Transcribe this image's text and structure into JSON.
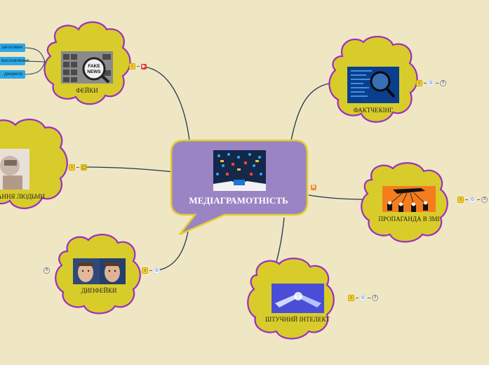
{
  "central": {
    "label": "МЕДІАГРАМОТНІСТЬ",
    "icon": "media-collage-image"
  },
  "branches": [
    {
      "id": "fakes",
      "label": "ФЕЙКИ",
      "image": "fake-news-magnifier-image"
    },
    {
      "id": "factcheck",
      "label": "ФАКТЧЕКІНГ",
      "image": "magnifier-data-image"
    },
    {
      "id": "people",
      "label": "АННЯ ЛЮДЬМИ",
      "image": "head-profile-image"
    },
    {
      "id": "propaganda",
      "label": "ПРОПАГАНДА В ЗМІ",
      "image": "puppet-hand-image"
    },
    {
      "id": "deepfakes",
      "label": "ДИПФЕЙКИ",
      "image": "two-faces-image"
    },
    {
      "id": "ai",
      "label": "ШТУЧНИЙ ІНТЕЛЕКТ",
      "image": "robot-hand-image"
    }
  ],
  "fakes_subtopics": [
    "заголовки",
    "висловлення",
    "джерела"
  ],
  "counts": {
    "factcheck": "3",
    "propaganda": "3",
    "deepfakes": "3",
    "ai": "3"
  },
  "colors": {
    "background": "#efe6c4",
    "bubble_fill": "#d8cc2a",
    "bubble_border": "#9a2fbf",
    "central_fill": "#9b84c4",
    "central_border": "#e3cf2d",
    "connector": "#1e3a4a",
    "tag": "#2aa8e6"
  }
}
